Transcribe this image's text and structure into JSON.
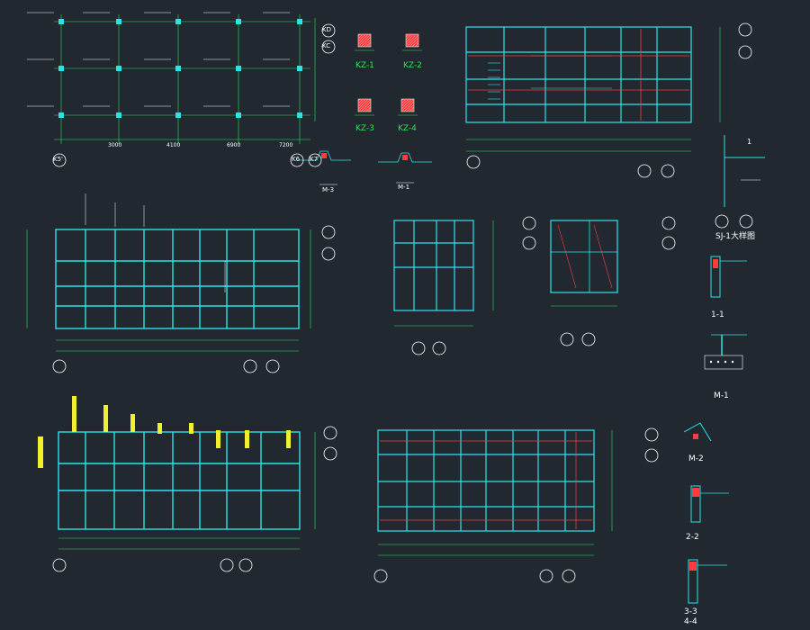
{
  "drawing": {
    "background": "#212830",
    "colors": {
      "column_and_beam": "#29e5e8",
      "dimension_and_grid": "#2fe05a",
      "rebar_detail": "#ff3b3b",
      "annotation": "#f2ef2f",
      "text_and_bubble": "#ffffff",
      "accent_blue": "#3aa0ff"
    },
    "grid_bubbles": [
      "KD",
      "KC",
      "K5'",
      "K6",
      "K7"
    ],
    "column_details": [
      "KZ-1",
      "KZ-2",
      "KZ-3",
      "KZ-4"
    ],
    "section_labels": [
      "1-1",
      "M-1",
      "M-2",
      "2-2",
      "3-3",
      "4-4",
      "M-3",
      "M-1",
      "SJ-1大样图"
    ],
    "section_mark": "1",
    "dimension_values": [
      "3000",
      "4100",
      "6900",
      "7200"
    ]
  }
}
